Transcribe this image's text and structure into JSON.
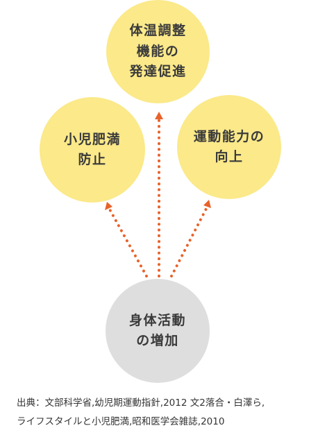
{
  "diagram": {
    "nodes": {
      "top": "体温調整\n機能の\n発達促進",
      "left": "小児肥満\n防止",
      "right": "運動能力の\n向上",
      "bottom": "身体活動\nの増加"
    },
    "colors": {
      "outcome_fill": "#fbe98a",
      "source_fill": "#dedede",
      "arrow": "#e8622a"
    }
  },
  "source": {
    "text": "出典：文部科学省,幼児期運動指針,2012 文2落合・白澤ら,\nライフスタイルと小児肥満,昭和医学会雑誌,2010"
  }
}
